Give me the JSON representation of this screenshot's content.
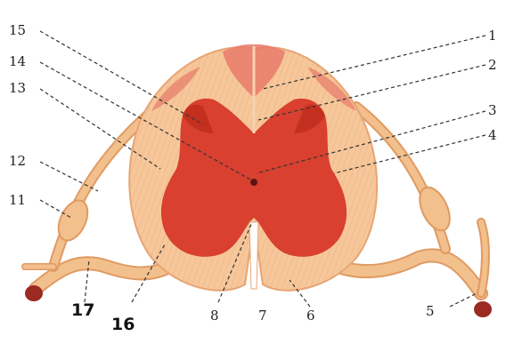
{
  "labels": {
    "l1": "1",
    "l2": "2",
    "l3": "3",
    "l4": "4",
    "l5": "5",
    "l6": "6",
    "l7": "7",
    "l8": "8",
    "l11": "11",
    "l12": "12",
    "l13": "13",
    "l14": "14",
    "l15": "15",
    "l16": "16",
    "l17": "17"
  },
  "colors": {
    "white_matter": "#f6c79a",
    "white_matter_edge": "#e8a574",
    "grey_matter": "#d9402f",
    "grey_matter_dark": "#c4301f",
    "dorsal_cap": "#e77a6a",
    "nerve": "#f2c08c",
    "nerve_edge": "#e09a62",
    "nerve_cut": "#9a2a22"
  }
}
